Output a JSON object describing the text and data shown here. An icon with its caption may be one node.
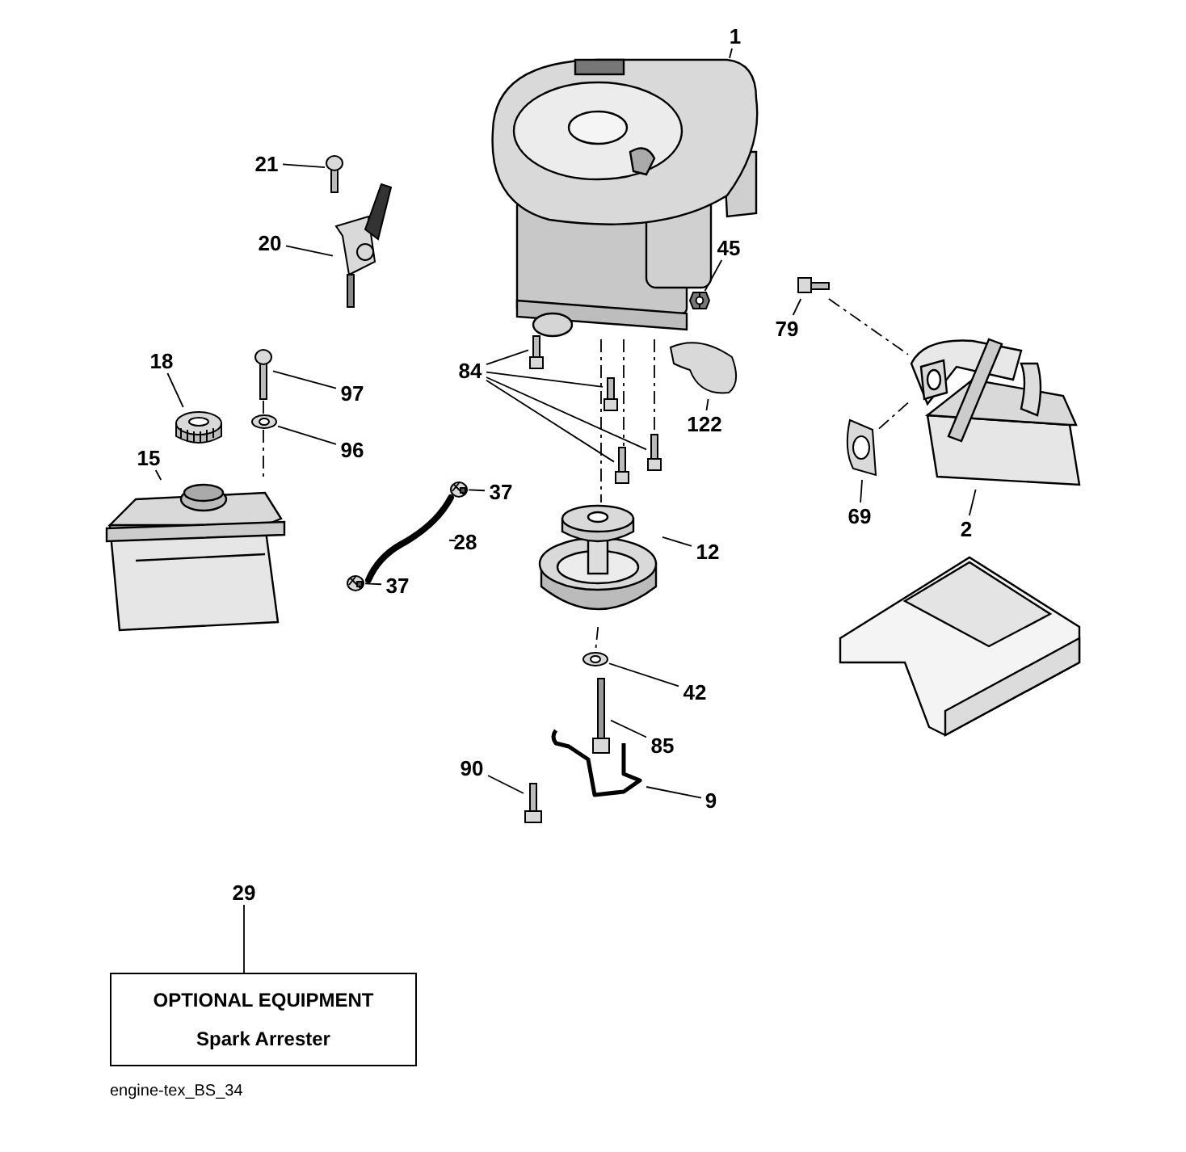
{
  "diagram": {
    "nodes": [
      {
        "text": [
          "1"
        ]
      },
      {
        "text": [],
        "shape": "picture"
      },
      {
        "text": [
          "21"
        ]
      },
      {
        "text": [],
        "shape": "picture"
      },
      {
        "text": [
          "20"
        ]
      },
      {
        "text": [],
        "shape": "picture"
      },
      {
        "text": [
          "45"
        ]
      },
      {
        "text": [],
        "shape": "picture"
      },
      {
        "text": [
          "79"
        ]
      },
      {
        "text": [],
        "shape": "picture"
      },
      {
        "text": [
          "84"
        ]
      },
      {
        "text": [],
        "shape": "picture"
      },
      {
        "text": [],
        "shape": "picture"
      },
      {
        "text": [],
        "shape": "picture"
      },
      {
        "text": [],
        "shape": "picture"
      },
      {
        "text": [
          "97"
        ]
      },
      {
        "text": [],
        "shape": "picture"
      },
      {
        "text": [
          "18"
        ]
      },
      {
        "text": [],
        "shape": "picture"
      },
      {
        "text": [
          "96"
        ]
      },
      {
        "text": [],
        "shape": "picture"
      },
      {
        "text": [
          "122"
        ]
      },
      {
        "text": [],
        "shape": "picture"
      },
      {
        "text": [
          "15"
        ]
      },
      {
        "text": [],
        "shape": "picture"
      },
      {
        "text": [
          "69"
        ]
      },
      {
        "text": [],
        "shape": "picture"
      },
      {
        "text": [
          "2"
        ]
      },
      {
        "text": [],
        "shape": "picture"
      },
      {
        "text": [
          "37"
        ]
      },
      {
        "text": [],
        "shape": "picture"
      },
      {
        "text": [
          "28"
        ]
      },
      {
        "text": [],
        "shape": "picture"
      },
      {
        "text": [
          "12"
        ]
      },
      {
        "text": [],
        "shape": "picture"
      },
      {
        "text": [
          "37"
        ]
      },
      {
        "text": [],
        "shape": "picture"
      },
      {
        "text": [
          "42"
        ]
      },
      {
        "text": [],
        "shape": "picture"
      },
      {
        "text": [
          "85"
        ]
      },
      {
        "text": [],
        "shape": "picture"
      },
      {
        "text": [
          "90"
        ]
      },
      {
        "text": [],
        "shape": "picture"
      },
      {
        "text": [
          "9"
        ]
      },
      {
        "text": [],
        "shape": "picture"
      },
      {
        "text": [
          "29"
        ]
      },
      {
        "text": [
          "OPTIONAL EQUIPMENT",
          "Spark Arrester"
        ]
      }
    ],
    "edges": [
      {
        "from": 0,
        "to": 1,
        "arrow": "none"
      },
      {
        "from": 2,
        "to": 3,
        "arrow": "none"
      },
      {
        "from": 4,
        "to": 5,
        "arrow": "none"
      },
      {
        "from": 6,
        "to": 7,
        "arrow": "none"
      },
      {
        "from": 8,
        "to": 9,
        "arrow": "none"
      },
      {
        "from": 10,
        "to": 11,
        "arrow": "none"
      },
      {
        "from": 10,
        "to": 12,
        "arrow": "none"
      },
      {
        "from": 10,
        "to": 13,
        "arrow": "none"
      },
      {
        "from": 10,
        "to": 14,
        "arrow": "none"
      },
      {
        "from": 15,
        "to": 16,
        "arrow": "none"
      },
      {
        "from": 17,
        "to": 18,
        "arrow": "none"
      },
      {
        "from": 19,
        "to": 20,
        "arrow": "none"
      },
      {
        "from": 21,
        "to": 22,
        "arrow": "none"
      },
      {
        "from": 23,
        "to": 24,
        "arrow": "none"
      },
      {
        "from": 25,
        "to": 26,
        "arrow": "none"
      },
      {
        "from": 27,
        "to": 28,
        "arrow": "none"
      },
      {
        "from": 29,
        "to": 30,
        "arrow": "none"
      },
      {
        "from": 31,
        "to": 32,
        "arrow": "none"
      },
      {
        "from": 33,
        "to": 34,
        "arrow": "none"
      },
      {
        "from": 35,
        "to": 36,
        "arrow": "none"
      },
      {
        "from": 37,
        "to": 38,
        "arrow": "none"
      },
      {
        "from": 39,
        "to": 40,
        "arrow": "none"
      },
      {
        "from": 41,
        "to": 42,
        "arrow": "none"
      },
      {
        "from": 43,
        "to": 44,
        "arrow": "none"
      },
      {
        "from": 45,
        "to": 46,
        "arrow": "none"
      },
      {
        "from": 1,
        "to": 34,
        "arrow": "none",
        "style": "dashed"
      },
      {
        "from": 34,
        "to": 38,
        "arrow": "none",
        "style": "dashed"
      },
      {
        "from": 1,
        "to": 13,
        "arrow": "none",
        "style": "dashed"
      },
      {
        "from": 1,
        "to": 14,
        "arrow": "none",
        "style": "dashed"
      },
      {
        "from": 16,
        "to": 20,
        "arrow": "none",
        "style": "dashed"
      },
      {
        "from": 20,
        "to": 24,
        "arrow": "none",
        "style": "dashed"
      },
      {
        "from": 9,
        "to": 28,
        "arrow": "none",
        "style": "dashed"
      },
      {
        "from": 26,
        "to": 28,
        "arrow": "none",
        "style": "dashed"
      }
    ],
    "labels": [
      "engine-tex_BS_34"
    ]
  }
}
